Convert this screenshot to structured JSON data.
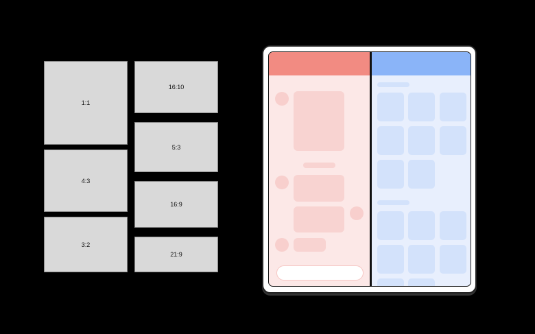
{
  "aspect_ratios": [
    {
      "label": "1:1"
    },
    {
      "label": "4:3"
    },
    {
      "label": "3:2"
    },
    {
      "label": "16:10"
    },
    {
      "label": "5:3"
    },
    {
      "label": "16:9"
    },
    {
      "label": "21:9"
    }
  ],
  "colors": {
    "chat_header": "#f28b82",
    "chat_bg": "#fce8e7",
    "bubble": "#f8d3d1",
    "grid_header": "#8ab4f8",
    "grid_bg": "#e8effd",
    "tile": "#d3e2fb",
    "box": "#d9d9d9"
  }
}
